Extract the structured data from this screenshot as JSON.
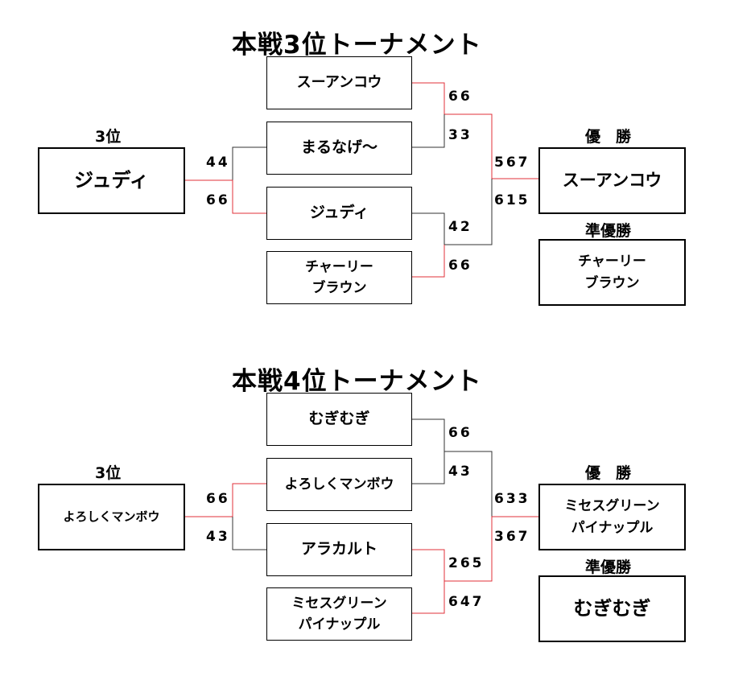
{
  "brackets": [
    {
      "title": "本戦3位トーナメント",
      "entrants": [
        {
          "lines": [
            "スーアンコウ"
          ]
        },
        {
          "lines": [
            "まるなげ〜"
          ]
        },
        {
          "lines": [
            "ジュディ"
          ]
        },
        {
          "lines": [
            "チャーリー",
            "ブラウン"
          ]
        }
      ],
      "semifinal_scores": [
        {
          "top": "66",
          "bottom": "33"
        },
        {
          "top": "42",
          "bottom": "66"
        }
      ],
      "final_scores": {
        "top": "567",
        "bottom": "615"
      },
      "third": {
        "label": "3位",
        "lines": [
          "ジュディ"
        ],
        "score_top": "44",
        "score_bottom": "66"
      },
      "winner": {
        "label": "優　勝",
        "lines": [
          "スーアンコウ"
        ]
      },
      "runner_up": {
        "label": "準優勝",
        "lines": [
          "チャーリー",
          "ブラウン"
        ]
      }
    },
    {
      "title": "本戦4位トーナメント",
      "entrants": [
        {
          "lines": [
            "むぎむぎ"
          ]
        },
        {
          "lines": [
            "よろしくマンボウ"
          ]
        },
        {
          "lines": [
            "アラカルト"
          ]
        },
        {
          "lines": [
            "ミセスグリーン",
            "パイナップル"
          ]
        }
      ],
      "semifinal_scores": [
        {
          "top": "66",
          "bottom": "43"
        },
        {
          "top": "265",
          "bottom": "647"
        }
      ],
      "final_scores": {
        "top": "633",
        "bottom": "367"
      },
      "third": {
        "label": "3位",
        "lines": [
          "よろしくマンボウ"
        ],
        "score_top": "66",
        "score_bottom": "43"
      },
      "winner": {
        "label": "優　勝",
        "lines": [
          "ミセスグリーン",
          "パイナップル"
        ]
      },
      "runner_up": {
        "label": "準優勝",
        "lines": [
          "むぎむぎ"
        ]
      }
    }
  ],
  "colors": {
    "win_line": "#e0303a",
    "lose_line": "#333333"
  }
}
